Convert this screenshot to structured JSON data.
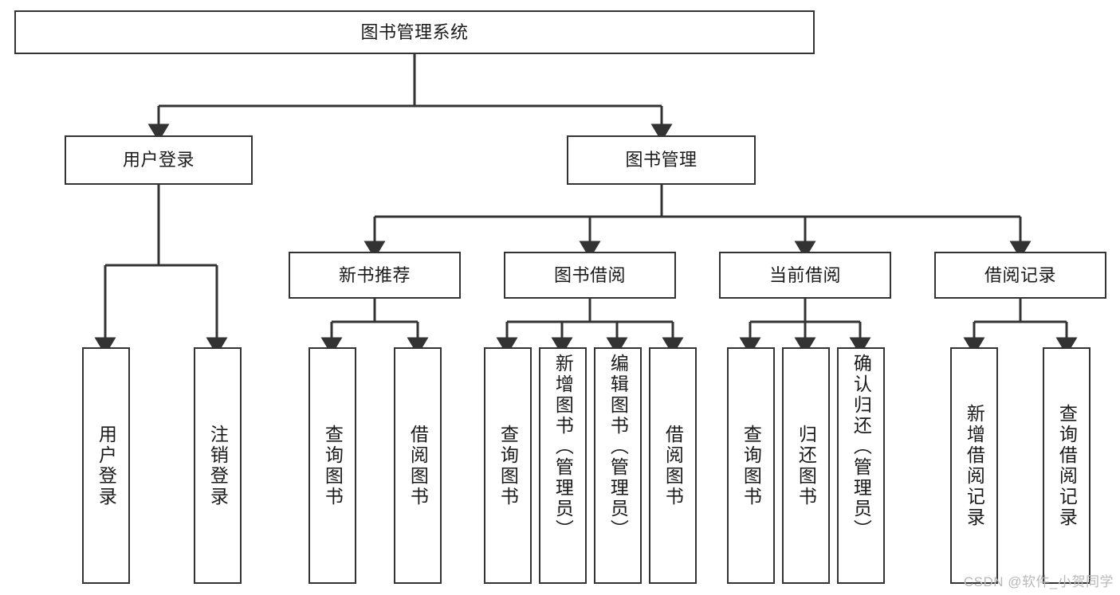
{
  "diagram": {
    "title": "图书管理系统",
    "type": "tree-hierarchy-chart",
    "root": {
      "label": "图书管理系统"
    },
    "level2": [
      {
        "label": "用户登录"
      },
      {
        "label": "图书管理"
      }
    ],
    "level3": [
      {
        "label": "新书推荐"
      },
      {
        "label": "图书借阅"
      },
      {
        "label": "当前借阅"
      },
      {
        "label": "借阅记录"
      }
    ],
    "leaves": {
      "user_login": [
        {
          "label": "用户登录"
        },
        {
          "label": "注销登录"
        }
      ],
      "new_book_recommend": [
        {
          "label": "查询图书"
        },
        {
          "label": "借阅图书"
        }
      ],
      "book_borrow": [
        {
          "label": "查询图书"
        },
        {
          "label": "新增图书（管理员）"
        },
        {
          "label": "编辑图书（管理员）"
        },
        {
          "label": "借阅图书"
        }
      ],
      "current_borrow": [
        {
          "label": "查询图书"
        },
        {
          "label": "归还图书"
        },
        {
          "label": "确认归还（管理员）"
        }
      ],
      "borrow_record": [
        {
          "label": "新增借阅记录"
        },
        {
          "label": "查询借阅记录"
        }
      ]
    }
  },
  "watermark": {
    "text": "CSDN @软件_小贺同学"
  },
  "colors": {
    "stroke": "#333333",
    "text": "#1a1a1a",
    "background": "#ffffff",
    "watermark": "#b9b9b9"
  }
}
